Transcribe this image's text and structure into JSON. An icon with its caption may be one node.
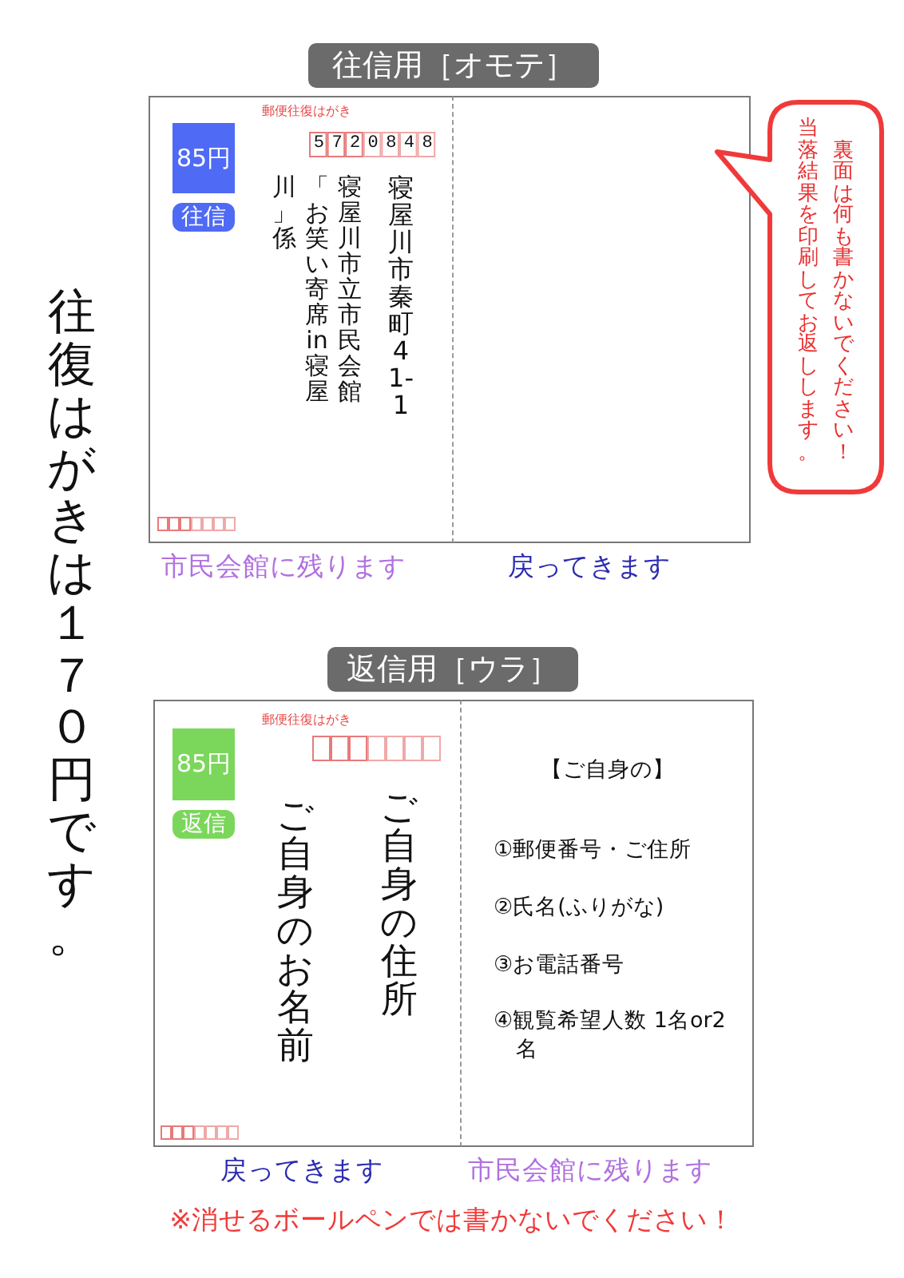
{
  "diagram": {
    "nodes": [
      {
        "text": [
          "往信用［オモテ］"
        ]
      },
      {
        "text": [
          "郵便往復はがき",
          "5720848",
          "寝屋川市立市民会館「お笑い寄席 in 寝屋川」係",
          "寝屋川市秦町41-1"
        ],
        "beside": [
          "市民会館に残ります"
        ]
      },
      {
        "text": [
          "85円"
        ],
        "in": 1
      },
      {
        "text": [
          "往信"
        ],
        "in": 1
      },
      {
        "text": [],
        "shape": "box",
        "beside": [
          "戻ってきます"
        ]
      },
      {
        "text": [
          "裏面は何も書かないでください！当落結果を印刷してお返しします。"
        ]
      },
      {
        "text": [
          "返信用［ウラ］"
        ]
      },
      {
        "text": [
          "郵便往復はがき",
          "ご自身のお名前",
          "ご自身の住所"
        ],
        "beside": [
          "戻ってきます"
        ]
      },
      {
        "text": [
          "85円"
        ],
        "in": 7
      },
      {
        "text": [
          "返信"
        ],
        "in": 7
      },
      {
        "text": [
          "【ご自身の】",
          "①郵便番号・ご住所",
          "②氏名(ふりがな)",
          "③お電話番号",
          "④観覧希望人数 1名or2名"
        ],
        "beside": [
          "市民会館に残ります"
        ]
      }
    ],
    "edges": [],
    "labels": [
      "往復はがきは１７０円です。",
      "※消せるボールペンでは書かないでください！"
    ]
  }
}
